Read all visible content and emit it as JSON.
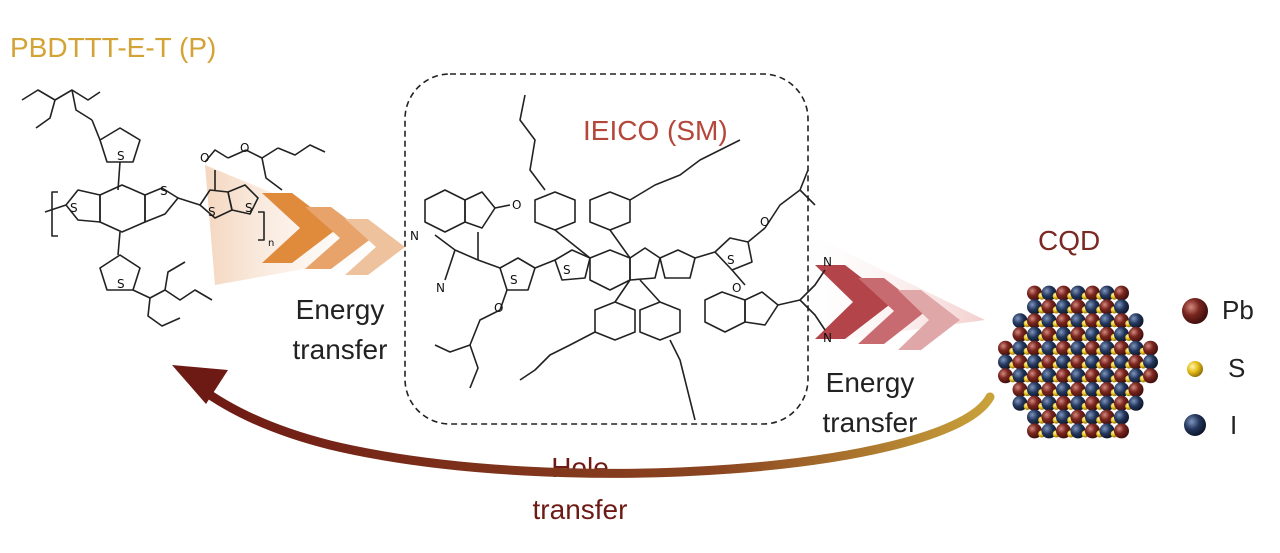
{
  "polymer": {
    "title": "PBDTTT-E-T (P)",
    "atom_s": "S",
    "atom_o": "O",
    "subscript_n": "n"
  },
  "small_molecule": {
    "title": "IEICO (SM)",
    "atom_s": "S",
    "atom_o": "O",
    "atom_n": "N",
    "label_cn": "N"
  },
  "cqd": {
    "title": "CQD"
  },
  "legend": [
    {
      "label": "Pb",
      "color": "#6e1f1a"
    },
    {
      "label": "S",
      "color": "#e8c21a"
    },
    {
      "label": "I",
      "color": "#1f2f4f"
    }
  ],
  "arrows": {
    "energy_transfer_1": {
      "line1": "Energy",
      "line2": "transfer",
      "color": "#d9812f"
    },
    "energy_transfer_2": {
      "line1": "Energy",
      "line2": "transfer",
      "color": "#b6464a"
    },
    "hole_transfer": {
      "line1": "Hole",
      "line2": "transfer",
      "color_start": "#6e1a14",
      "color_end": "#c9a23a"
    }
  },
  "colors": {
    "polymer_title": "#d4a336",
    "sm_title": "#b5473a",
    "cqd_title": "#7a2a22",
    "hole_text": "#6e1a14"
  }
}
